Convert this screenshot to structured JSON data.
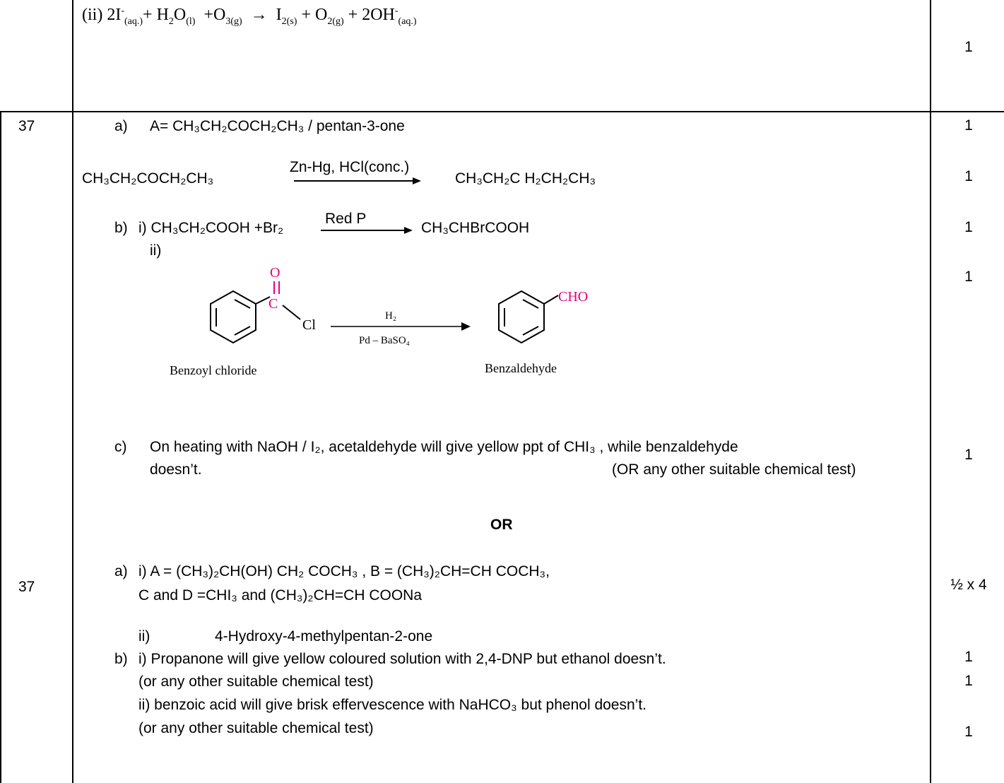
{
  "row_top": {
    "equation": {
      "prefix": "(ii) 2I",
      "i_charge": "-",
      "i_state": "(aq.)",
      "plus1": "+ H",
      "h2": "2",
      "o_part": "O",
      "h2o_state": "(l)",
      "plus2": "+O",
      "o3": "3(g)",
      "arrow": "→",
      "i2": "I",
      "i2_state": "2(s)",
      "plus3": "+ O",
      "o2_state": "2(g)",
      "plus4": "+ 2OH",
      "oh_charge": "-",
      "oh_state": "(aq.)"
    },
    "mark": "1"
  },
  "q37a": {
    "qno": "37",
    "a_label": "a)",
    "a_text": "A= CH₃CH₂COCH₂CH₃ / pentan-3-one",
    "a_mark": "1",
    "reactant": "CH₃CH₂COCH₂CH₃",
    "reagent": "Zn-Hg, HCl(conc.)",
    "product": "CH₃CH₂C H₂CH₂CH₃",
    "r_mark": "1",
    "b_label": "b)",
    "b_i_left": "i) CH₃CH₂COOH +Br₂",
    "b_i_reagent": "Red P",
    "b_i_product": "CH₃CHBrCOOH",
    "b_i_mark": "1",
    "b_ii": "ii)",
    "b_ii_mark": "1",
    "diagram": {
      "o_label": "O",
      "c_label": "C",
      "cl_label": "Cl",
      "reagent_top": "H₂",
      "reagent_bottom": "Pd – BaSO₄",
      "cho_label": "CHO",
      "left_name": "Benzoyl chloride",
      "right_name": "Benzaldehyde"
    },
    "c_label": "c)",
    "c_text_1": "On heating with NaOH / I₂, acetaldehyde will give yellow ppt of CHI₃ , while benzaldehyde",
    "c_text_2": "doesn’t.",
    "c_text_3": "(OR any other suitable chemical test)",
    "c_mark": "1",
    "or": "OR"
  },
  "q37b": {
    "qno": "37",
    "a_label": "a)",
    "a_i": "i) A = (CH₃)₂CH(OH) CH₂ COCH₃ , B = (CH₃)₂CH=CH COCH₃,",
    "a_i_2": "C  and D =CHI₃ and (CH₃)₂CH=CH COONa",
    "a_mark": "½ x 4",
    "a_ii_label": "ii)",
    "a_ii": "4-Hydroxy-4-methylpentan-2-one",
    "a_ii_mark": "1",
    "b_label": "b)",
    "b_i": "i) Propanone will give yellow coloured solution with 2,4-DNP but ethanol doesn’t.",
    "b_i_mark": "1",
    "b_i_2": "(or any other suitable chemical test)",
    "b_ii": "ii) benzoic acid will give brisk effervescence with NaHCO₃ but phenol doesn’t.",
    "b_ii_mark": "1",
    "b_ii_2": "(or any other suitable chemical test)"
  },
  "colors": {
    "magenta": "#e6007e",
    "ink": "#000000"
  }
}
